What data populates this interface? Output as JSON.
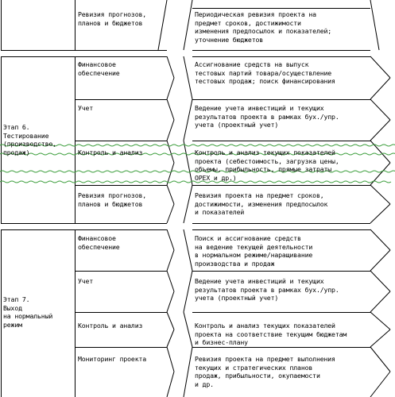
{
  "top_block": {
    "aspect": "Ревизия прогнозов,\nпланов и бюджетов",
    "description": "Периодическая ревизия проекта на\nпредмет сроков, достижимости\nизменения предпосылок и показателей;\nуточнение бюджетов"
  },
  "stage6": {
    "title": "Этап 6.\nТестирование\n(производство,\nпродаж)",
    "rows": [
      {
        "aspect": "Финансовое\nобеспечение",
        "description": "Ассигнование средств на выпуск\nтестовых партий товара/осуществление\nтестовых продаж; поиск финансирования"
      },
      {
        "aspect": "Учет",
        "description": "Ведение учета инвестиций и текущих\nрезультатов проекта в рамках бух./упр.\nучета (проектный учет)"
      },
      {
        "aspect": "Контроль и анализ",
        "description": "Контроль и анализ текущих показателей\nпроекта (себестоимость, загрузка цены,\nобъемы, прибыльность, прямые затраты\nOPEX и др.)"
      },
      {
        "aspect": "Ревизия прогнозов,\nпланов и бюджетов",
        "description": "Ревизия проекта на предмет сроков,\nдостижимости, изменения предпосылок\nи показателей"
      }
    ]
  },
  "stage7": {
    "title": "Этап 7.\nВыход\nна нормальный\nрежим",
    "rows": [
      {
        "aspect": "Финансовое\nобеспечение",
        "description": "Поиск и ассигнование средств\nна ведение текущей деятельности\nв нормальном режиме/наращивание\nпроизводства и продаж"
      },
      {
        "aspect": "Учет",
        "description": "Ведение учета инвестиций и текущих\nрезультатов проекта в рамках бух./упр.\nучета (проектный учет)"
      },
      {
        "aspect": "Контроль и анализ",
        "description": "Контроль и анализ текущих показателей\nпроекта на соответствие текущим бюджетам\nи бизнес-плану"
      },
      {
        "aspect": "Мониторинг проекта",
        "description": "Ревизия проекта на предмет выполнения\nтекущих и стратегических планов\nпродаж, прибыльности, окупаемости\nи др."
      }
    ]
  },
  "colors": {
    "line": "#000000",
    "spellcheck_underline": "#3a9d3a"
  }
}
